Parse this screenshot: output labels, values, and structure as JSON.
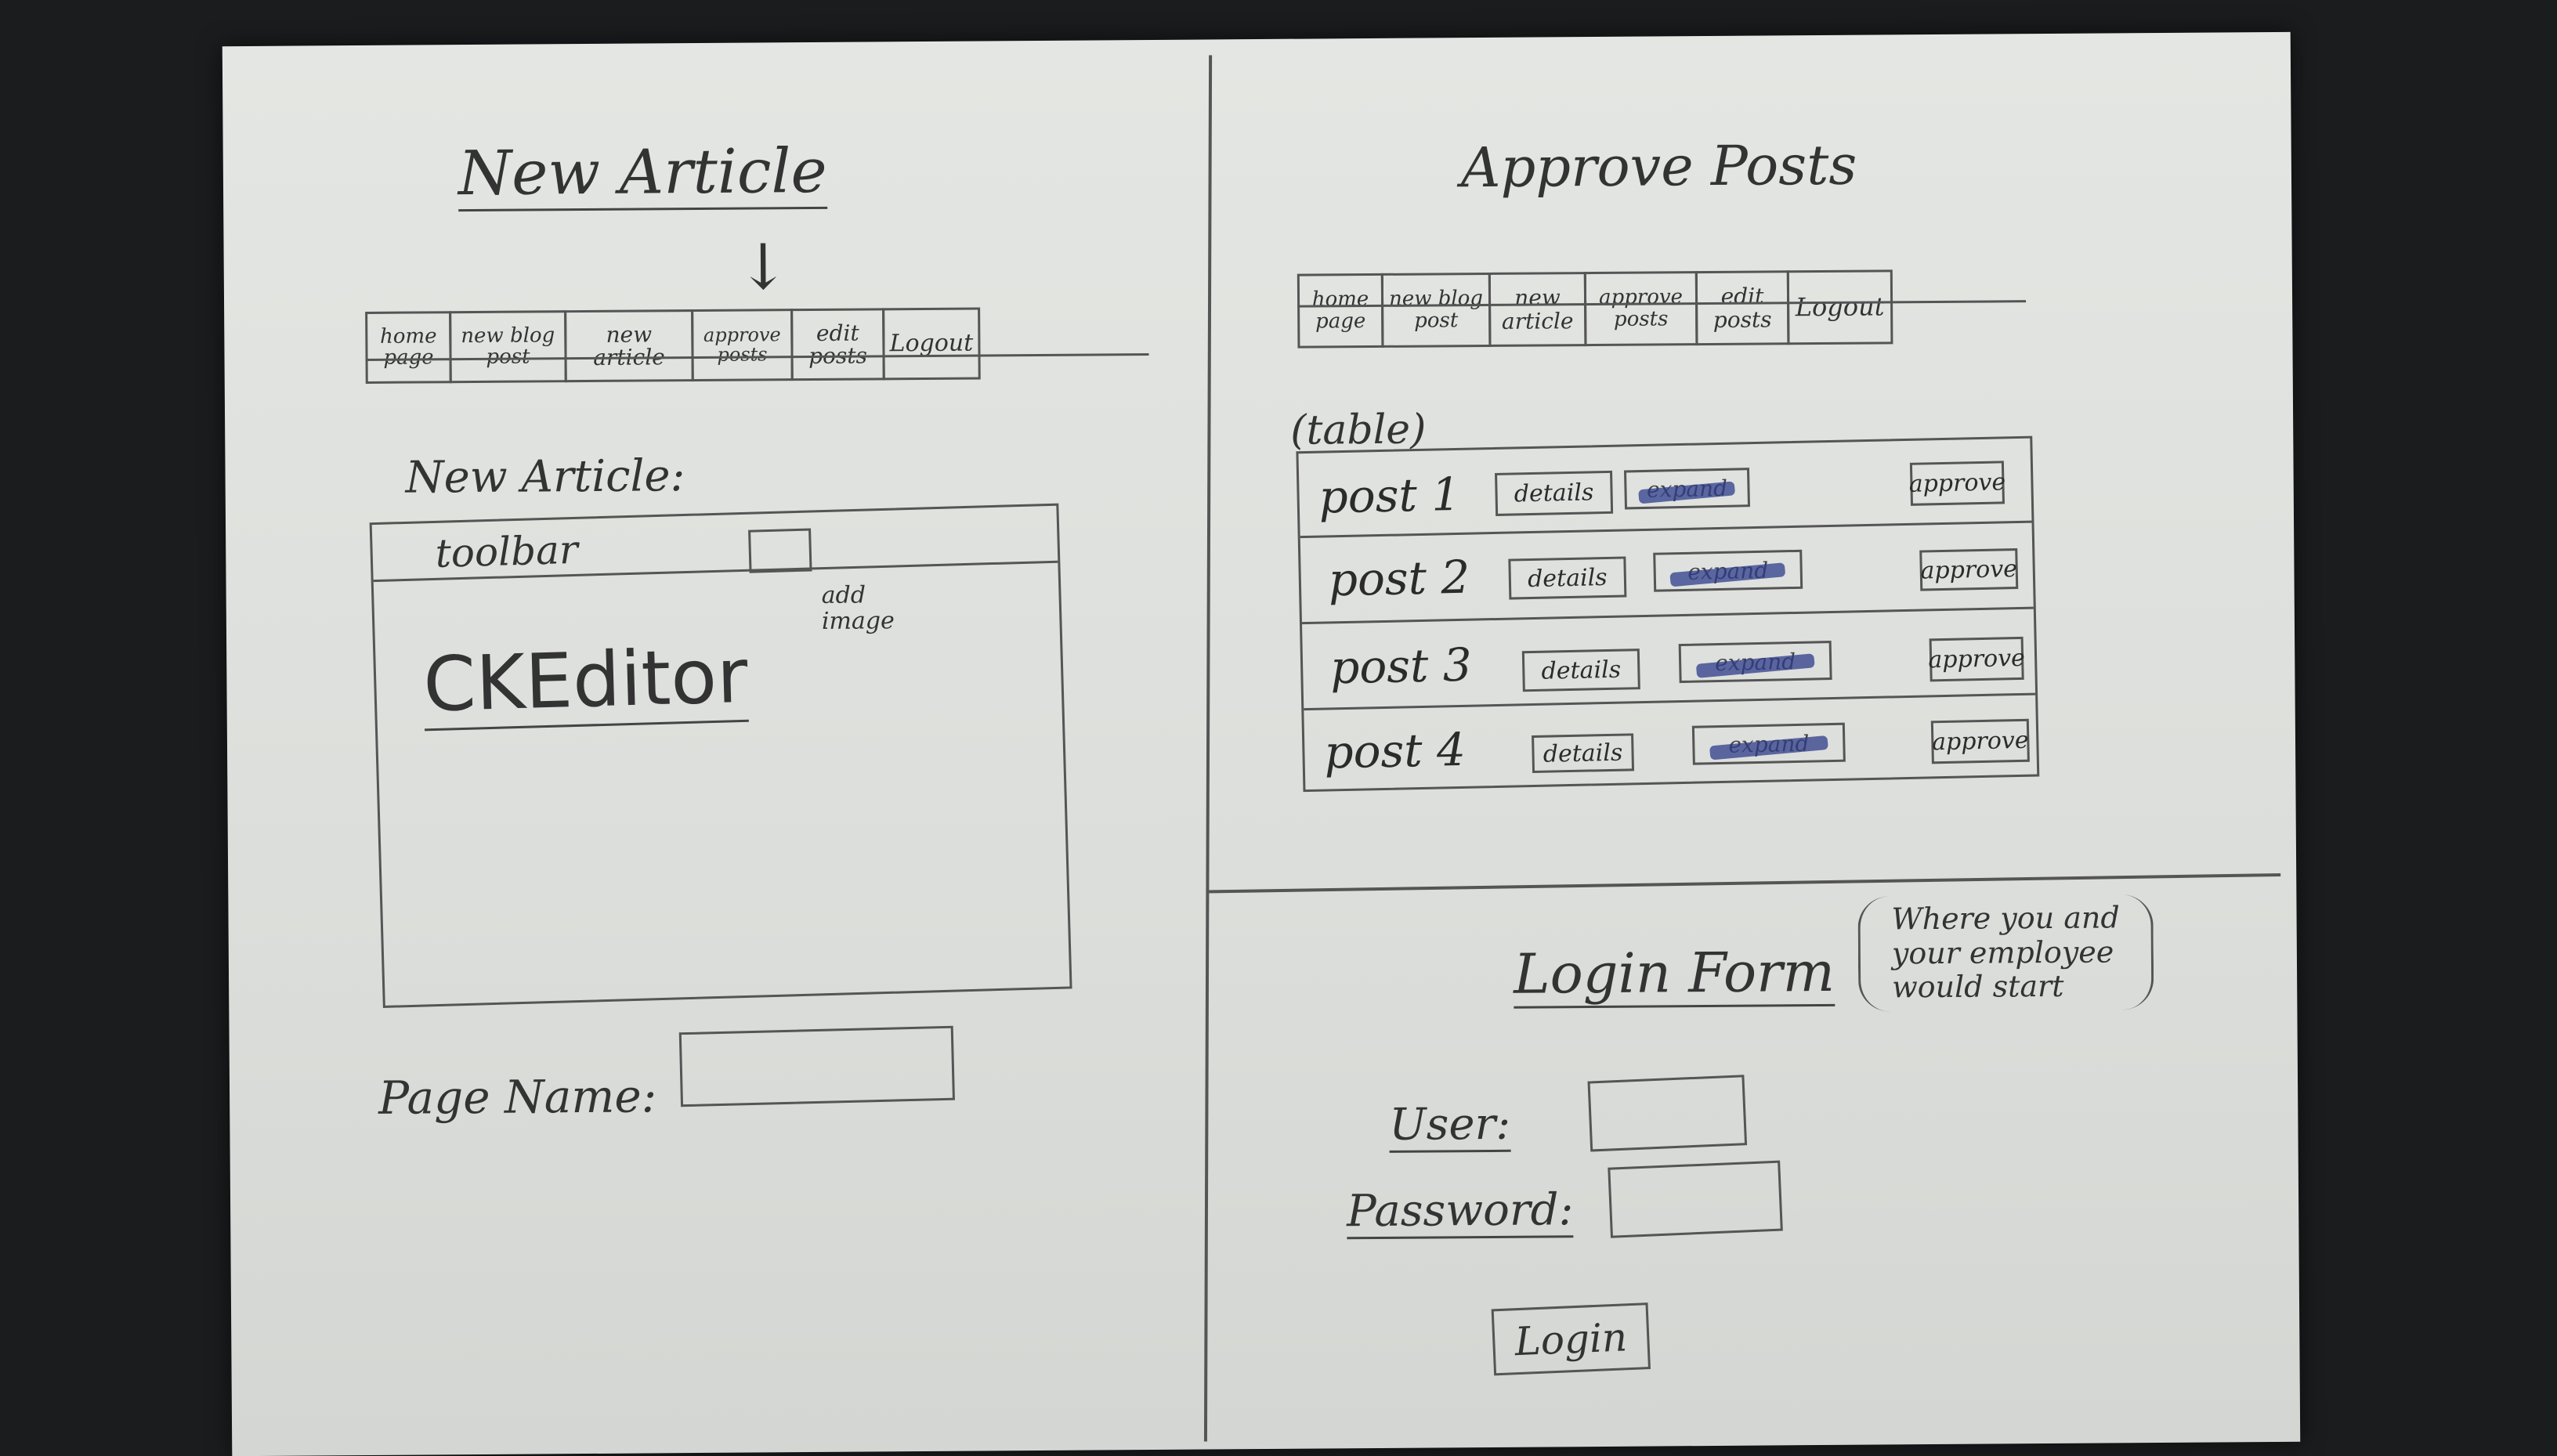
{
  "left_panel": {
    "heading": "New Article",
    "nav_tabs": [
      {
        "line1": "home",
        "line2": "page"
      },
      {
        "line1": "new blog",
        "line2": "post"
      },
      {
        "line1": "new",
        "line2": "article"
      },
      {
        "line1": "approve",
        "line2": "posts"
      },
      {
        "line1": "edit",
        "line2": "posts"
      },
      {
        "line1": "Logout",
        "line2": ""
      }
    ],
    "section_label": "New Article:",
    "toolbar_label": "toolbar",
    "add_image_note": "add image",
    "editor_label": "CKEditor",
    "page_name_label": "Page Name:"
  },
  "right_panel": {
    "heading": "Approve Posts",
    "nav_tabs": [
      {
        "line1": "home",
        "line2": "page"
      },
      {
        "line1": "new blog",
        "line2": "post"
      },
      {
        "line1": "new",
        "line2": "article"
      },
      {
        "line1": "approve",
        "line2": "posts"
      },
      {
        "line1": "edit",
        "line2": "posts"
      },
      {
        "line1": "Logout",
        "line2": ""
      }
    ],
    "table_note": "(table)",
    "posts": [
      {
        "name": "post 1",
        "details": "details",
        "action": "expand",
        "approve": "approve"
      },
      {
        "name": "post 2",
        "details": "details",
        "action": "expand",
        "approve": "approve"
      },
      {
        "name": "post 3",
        "details": "details",
        "action": "expand",
        "approve": "approve"
      },
      {
        "name": "post 4",
        "details": "details",
        "action": "expand",
        "approve": "approve"
      }
    ]
  },
  "login": {
    "heading": "Login Form",
    "note_line1": "Where you and",
    "note_line2": "your employee",
    "note_line3": "would start",
    "user_label": "User:",
    "password_label": "Password:",
    "login_button": "Login"
  }
}
